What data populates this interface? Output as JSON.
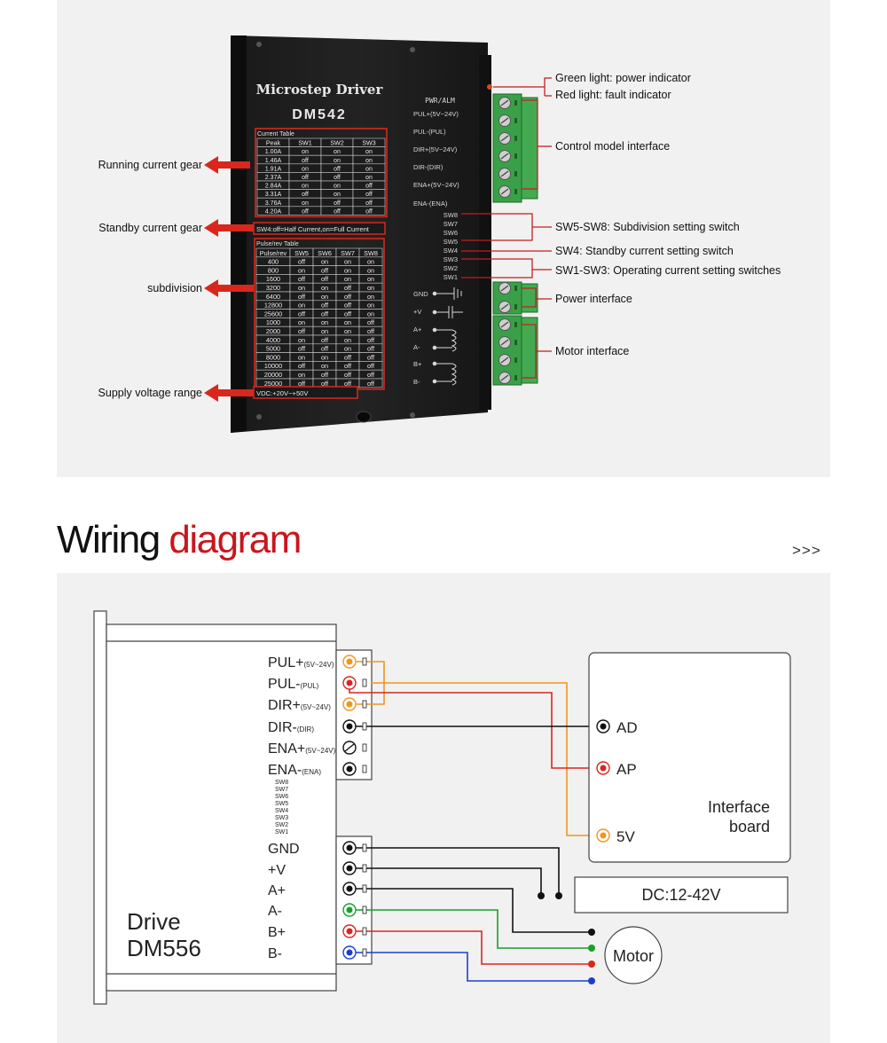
{
  "driver": {
    "brand_text": "Microstep Driver",
    "model": "DM542",
    "status_led_label": "PWR/ALM",
    "control_terminals": [
      "PUL+(5V~24V)",
      "PUL-(PUL)",
      "DIR+(5V~24V)",
      "DIR-(DIR)",
      "ENA+(5V~24V)",
      "ENA-(ENA)"
    ],
    "switch_labels": [
      "SW8",
      "SW7",
      "SW6",
      "SW5",
      "SW4",
      "SW3",
      "SW2",
      "SW1"
    ],
    "power_terminals": [
      "GND",
      "+V",
      "A+",
      "A-",
      "B+",
      "B-"
    ],
    "current_table": {
      "title": "Current Table",
      "headers": [
        "Peak",
        "SW1",
        "SW2",
        "SW3"
      ],
      "rows": [
        [
          "1.00A",
          "on",
          "on",
          "on"
        ],
        [
          "1.46A",
          "off",
          "on",
          "on"
        ],
        [
          "1.91A",
          "on",
          "off",
          "on"
        ],
        [
          "2.37A",
          "off",
          "off",
          "on"
        ],
        [
          "2.84A",
          "on",
          "on",
          "off"
        ],
        [
          "3.31A",
          "off",
          "on",
          "off"
        ],
        [
          "3.76A",
          "on",
          "off",
          "off"
        ],
        [
          "4.20A",
          "off",
          "off",
          "off"
        ]
      ]
    },
    "sw4_note": "SW4:off=Half Current,on=Full Current",
    "pulse_table": {
      "title": "Pulse/rev Table",
      "headers": [
        "Pulse/rev",
        "SW5",
        "SW6",
        "SW7",
        "SW8"
      ],
      "rows": [
        [
          "400",
          "off",
          "on",
          "on",
          "on"
        ],
        [
          "800",
          "on",
          "off",
          "on",
          "on"
        ],
        [
          "1600",
          "off",
          "off",
          "on",
          "on"
        ],
        [
          "3200",
          "on",
          "on",
          "off",
          "on"
        ],
        [
          "6400",
          "off",
          "on",
          "off",
          "on"
        ],
        [
          "12800",
          "on",
          "off",
          "off",
          "on"
        ],
        [
          "25600",
          "off",
          "off",
          "off",
          "on"
        ],
        [
          "1000",
          "on",
          "on",
          "on",
          "off"
        ],
        [
          "2000",
          "off",
          "on",
          "on",
          "off"
        ],
        [
          "4000",
          "on",
          "off",
          "on",
          "off"
        ],
        [
          "5000",
          "off",
          "off",
          "on",
          "off"
        ],
        [
          "8000",
          "on",
          "on",
          "off",
          "off"
        ],
        [
          "10000",
          "off",
          "on",
          "off",
          "off"
        ],
        [
          "20000",
          "on",
          "off",
          "off",
          "off"
        ],
        [
          "25000",
          "off",
          "off",
          "off",
          "off"
        ]
      ]
    },
    "vdc_note": "VDC:+20V~+50V"
  },
  "left_callouts": [
    "Running current gear",
    "Standby current gear",
    "subdivision",
    "Supply voltage range"
  ],
  "right_callouts": [
    "Green light: power indicator",
    "Red light: fault indicator",
    "Control model interface",
    "SW5-SW8: Subdivision setting switch",
    "SW4: Standby current setting switch",
    "SW1-SW3: Operating current setting switches",
    "Power interface",
    "Motor interface"
  ],
  "section_heading": {
    "part1": "Wiring",
    "part2": "diagram",
    "arrows": ">>>"
  },
  "wiring": {
    "signal_terminals": [
      {
        "name": "PUL+",
        "sub": "(5V~24V)"
      },
      {
        "name": "PUL-",
        "sub": "(PUL)"
      },
      {
        "name": "DIR+",
        "sub": "(5V~24V)"
      },
      {
        "name": "DIR-",
        "sub": "(DIR)"
      },
      {
        "name": "ENA+",
        "sub": "(5V~24V)"
      },
      {
        "name": "ENA-",
        "sub": "(ENA)"
      }
    ],
    "switch_labels": [
      "SW8",
      "SW7",
      "SW6",
      "SW5",
      "SW4",
      "SW3",
      "SW2",
      "SW1"
    ],
    "power_terminals": [
      "GND",
      "+V",
      "A+",
      "A-",
      "B+",
      "B-"
    ],
    "drive_label_1": "Drive",
    "drive_label_2": "DM556",
    "interface_board": {
      "line1": "Interface",
      "line2": "board",
      "pins": [
        "AD",
        "AP",
        "5V"
      ]
    },
    "power_supply": "DC:12-42V",
    "motor": "Motor"
  },
  "colors": {
    "arrow_red": "#d9271e",
    "callout_line": "#c41e1e",
    "heading_red": "#c8161d",
    "wire_orange": "#f0951e",
    "wire_red": "#d9271e",
    "wire_green": "#17a02c",
    "wire_blue": "#1d3fcf",
    "terminal_green": "#3aa048",
    "panel_bg": "#f1f1f1"
  }
}
